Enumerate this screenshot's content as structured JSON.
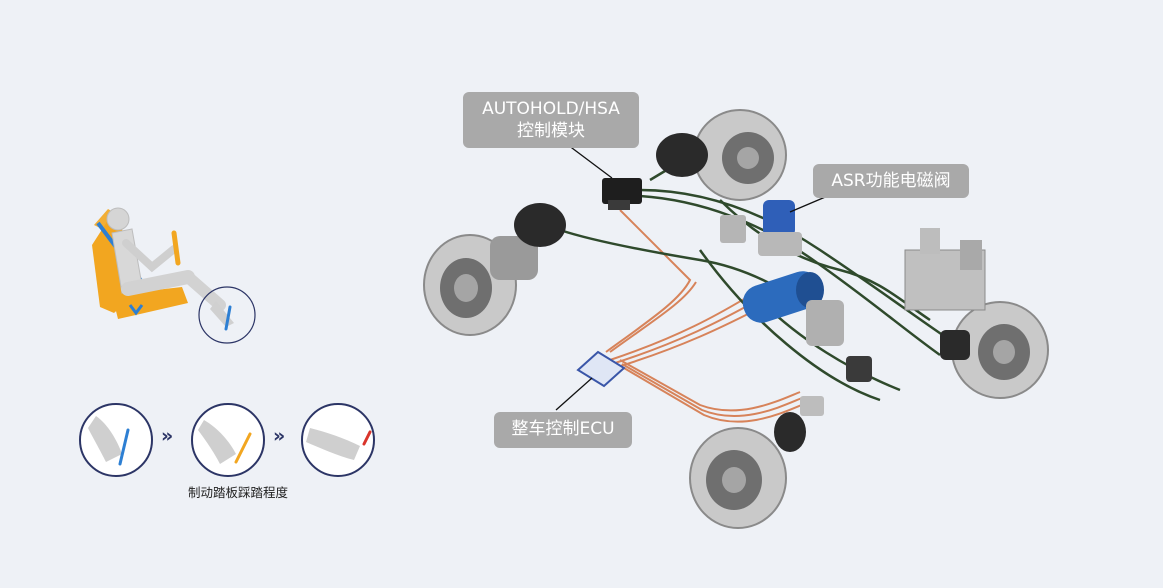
{
  "labels": {
    "autohold_line1": "AUTOHOLD/HSA",
    "autohold_line2": "控制模块",
    "asr": "ASR功能电磁阀",
    "ecu": "整车控制ECU",
    "pedal_caption": "制动踏板踩踏程度"
  },
  "pedal_sequence_separator": "»",
  "colors": {
    "background": "#eef1f6",
    "callout": "#a9a9a9",
    "seat": "#f2a620",
    "pedal_blue": "#2d7fd3",
    "pedal_orange": "#f2a620",
    "pedal_red": "#d9342b",
    "circle_ring": "#2c3566",
    "wire_copper": "#d7835a",
    "wire_green": "#2f4a2c",
    "reservoir_blue": "#2c6bbd"
  }
}
